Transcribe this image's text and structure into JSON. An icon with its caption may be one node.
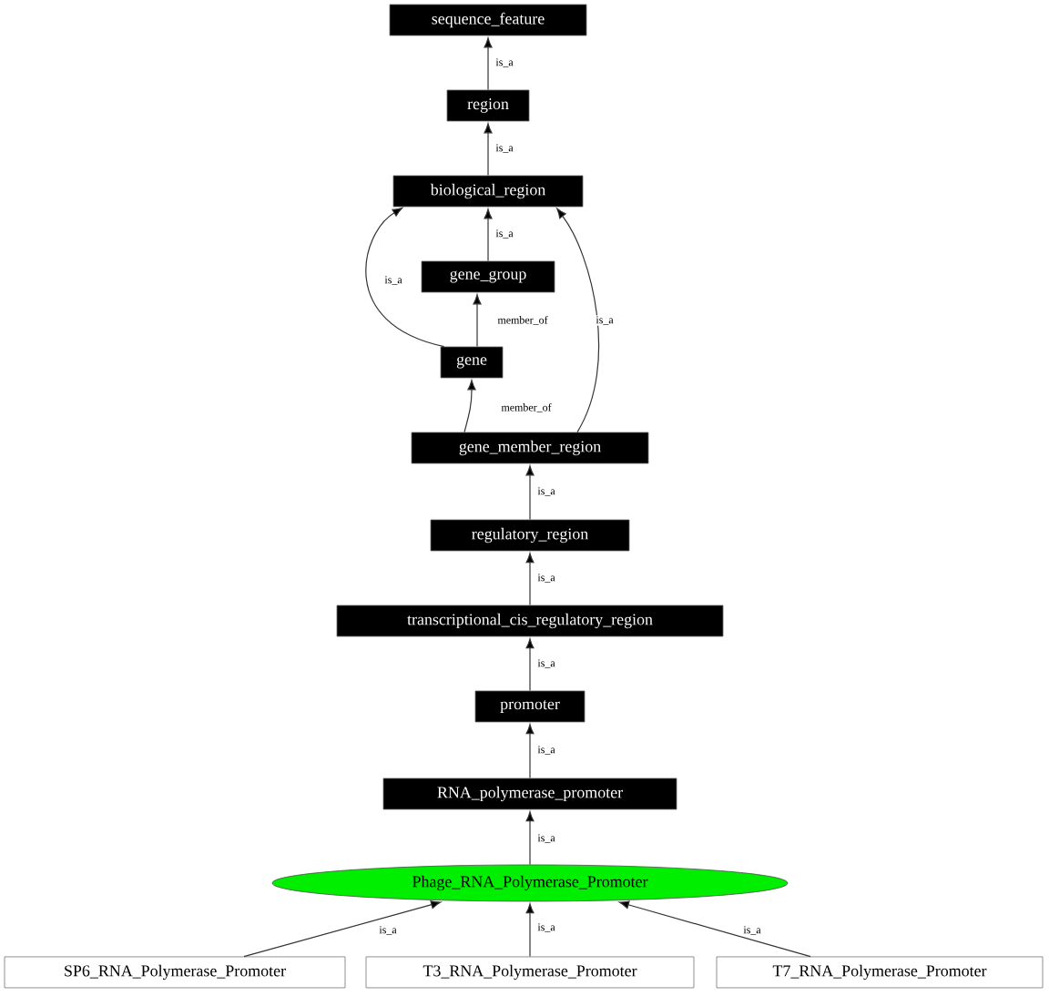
{
  "diagram": {
    "nodes": [
      {
        "text": [
          "sequence_feature"
        ]
      },
      {
        "text": [
          "region"
        ]
      },
      {
        "text": [
          "biological_region"
        ]
      },
      {
        "text": [
          "gene_group"
        ]
      },
      {
        "text": [
          "gene"
        ]
      },
      {
        "text": [
          "gene_member_region"
        ]
      },
      {
        "text": [
          "regulatory_region"
        ]
      },
      {
        "text": [
          "transcriptional_cis_regulatory_region"
        ]
      },
      {
        "text": [
          "promoter"
        ]
      },
      {
        "text": [
          "RNA_polymerase_promoter"
        ]
      },
      {
        "text": [
          "Phage_RNA_Polymerase_Promoter"
        ]
      },
      {
        "text": [
          "SP6_RNA_Polymerase_Promoter"
        ]
      },
      {
        "text": [
          "T3_RNA_Polymerase_Promoter"
        ]
      },
      {
        "text": [
          "T7_RNA_Polymerase_Promoter"
        ]
      }
    ],
    "edges": [
      {
        "from": 1,
        "to": 0,
        "arrow": "to",
        "label": "is_a"
      },
      {
        "from": 2,
        "to": 1,
        "arrow": "to",
        "label": "is_a"
      },
      {
        "from": 3,
        "to": 2,
        "arrow": "to",
        "label": "is_a"
      },
      {
        "from": 4,
        "to": 2,
        "arrow": "to",
        "label": "is_a"
      },
      {
        "from": 4,
        "to": 3,
        "arrow": "to",
        "label": "member_of"
      },
      {
        "from": 5,
        "to": 4,
        "arrow": "to",
        "label": "member_of"
      },
      {
        "from": 5,
        "to": 2,
        "arrow": "to",
        "label": "is_a"
      },
      {
        "from": 6,
        "to": 5,
        "arrow": "to",
        "label": "is_a"
      },
      {
        "from": 7,
        "to": 6,
        "arrow": "to",
        "label": "is_a"
      },
      {
        "from": 8,
        "to": 7,
        "arrow": "to",
        "label": "is_a"
      },
      {
        "from": 9,
        "to": 8,
        "arrow": "to",
        "label": "is_a"
      },
      {
        "from": 10,
        "to": 9,
        "arrow": "to",
        "label": "is_a"
      },
      {
        "from": 11,
        "to": 10,
        "arrow": "to",
        "label": "is_a"
      },
      {
        "from": 12,
        "to": 10,
        "arrow": "to",
        "label": "is_a"
      },
      {
        "from": 13,
        "to": 10,
        "arrow": "to",
        "label": "is_a"
      }
    ]
  }
}
